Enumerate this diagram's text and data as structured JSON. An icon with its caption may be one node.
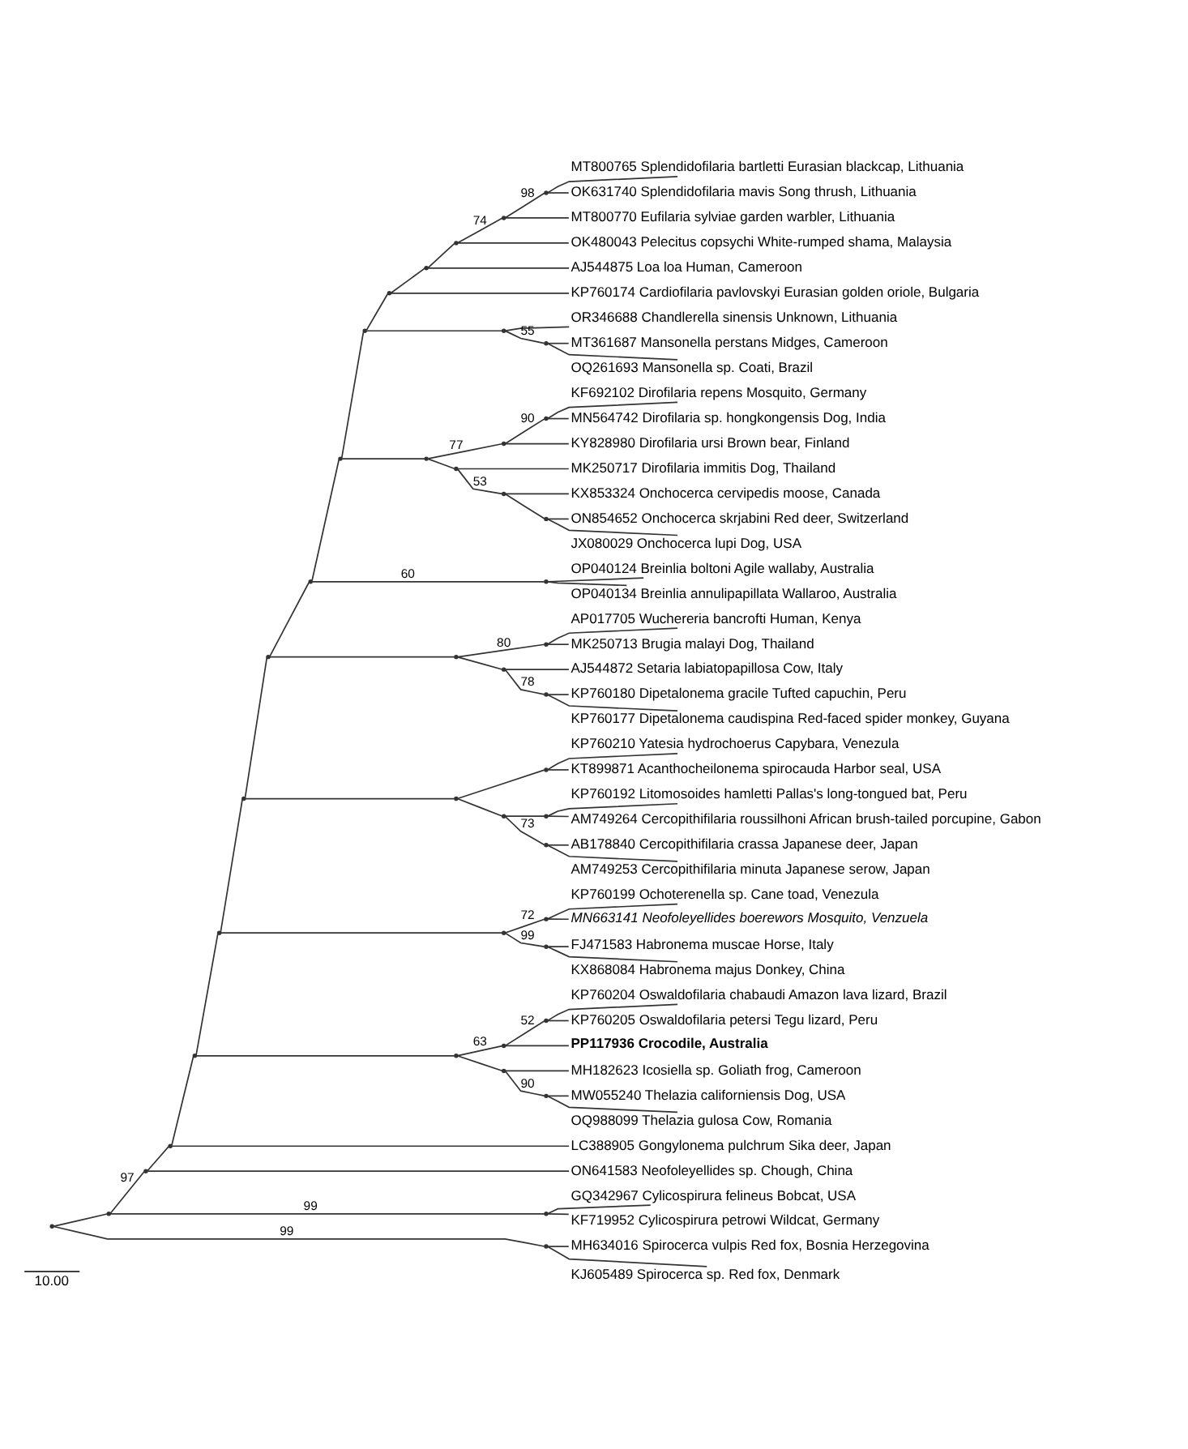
{
  "diagram": {
    "nodes": [
      {
        "text": [
          "MT800765 Splendidofilaria bartletti Eurasian blackcap, Lithuania"
        ]
      },
      {
        "text": [
          "OK631740 Splendidofilaria mavis Song thrush, Lithuania"
        ]
      },
      {
        "text": [
          "MT800770 Eufilaria sylviae garden warbler, Lithuania"
        ]
      },
      {
        "text": [
          "OK480043 Pelecitus copsychi White-rumped shama, Malaysia"
        ]
      },
      {
        "text": [
          "AJ544875 Loa loa Human, Cameroon"
        ]
      },
      {
        "text": [
          "KP760174 Cardiofilaria pavlovskyi Eurasian golden oriole, Bulgaria"
        ]
      },
      {
        "text": [
          "OR346688 Chandlerella sinensis Unknown, Lithuania"
        ]
      },
      {
        "text": [
          "MT361687 Mansonella perstans Midges, Cameroon"
        ]
      },
      {
        "text": [
          "OQ261693 Mansonella sp. Coati, Brazil"
        ]
      },
      {
        "text": [
          "KF692102 Dirofilaria repens Mosquito, Germany"
        ]
      },
      {
        "text": [
          "MN564742 Dirofilaria sp. hongkongensis Dog, India"
        ]
      },
      {
        "text": [
          "KY828980 Dirofilaria ursi Brown bear, Finland"
        ]
      },
      {
        "text": [
          "MK250717 Dirofilaria immitis Dog, Thailand"
        ]
      },
      {
        "text": [
          "KX853324 Onchocerca cervipedis moose, Canada"
        ]
      },
      {
        "text": [
          "ON854652 Onchocerca skrjabini Red deer, Switzerland"
        ]
      },
      {
        "text": [
          "JX080029 Onchocerca lupi Dog, USA"
        ]
      },
      {
        "text": [
          "OP040124 Breinlia boltoni Agile wallaby, Australia"
        ]
      },
      {
        "text": [
          "OP040134 Breinlia annulipapillata Wallaroo, Australia"
        ]
      },
      {
        "text": [
          "AP017705 Wuchereria bancrofti Human, Kenya"
        ]
      },
      {
        "text": [
          "MK250713 Brugia malayi Dog, Thailand"
        ]
      },
      {
        "text": [
          "AJ544872 Setaria labiatopapillosa Cow, Italy"
        ]
      },
      {
        "text": [
          "KP760180 Dipetalonema gracile Tufted capuchin, Peru"
        ]
      },
      {
        "text": [
          "KP760177 Dipetalonema caudispina Red-faced spider monkey, Guyana"
        ]
      },
      {
        "text": [
          "KP760210 Yatesia hydrochoerus Capybara, Venezula"
        ]
      },
      {
        "text": [
          "KT899871 Acanthocheilonema spirocauda Harbor seal, USA"
        ]
      },
      {
        "text": [
          "KP760192 Litomosoides hamletti Pallas's long-tongued bat, Peru"
        ]
      },
      {
        "text": [
          "AM749264 Cercopithifilaria roussilhoni African brush-tailed porcupine, Gabon"
        ]
      },
      {
        "text": [
          "AB178840 Cercopithifilaria crassa Japanese deer, Japan"
        ]
      },
      {
        "text": [
          "AM749253 Cercopithifilaria minuta Japanese serow, Japan"
        ]
      },
      {
        "text": [
          "KP760199 Ochoterenella sp. Cane toad, Venezula"
        ]
      },
      {
        "text": [
          "MN663141 Neofoleyellides boerewors Mosquito, Venzuela"
        ]
      },
      {
        "text": [
          "FJ471583 Habronema muscae Horse, Italy"
        ]
      },
      {
        "text": [
          "KX868084 Habronema majus Donkey, China"
        ]
      },
      {
        "text": [
          "KP760204 Oswaldofilaria chabaudi Amazon lava lizard, Brazil"
        ]
      },
      {
        "text": [
          "KP760205 Oswaldofilaria petersi Tegu lizard, Peru"
        ]
      },
      {
        "text": [
          "PP117936 Crocodile, Australia"
        ]
      },
      {
        "text": [
          "MH182623 Icosiella sp. Goliath frog, Cameroon"
        ]
      },
      {
        "text": [
          "MW055240 Thelazia californiensis Dog, USA"
        ]
      },
      {
        "text": [
          "OQ988099 Thelazia gulosa Cow, Romania"
        ]
      },
      {
        "text": [
          "LC388905 Gongylonema pulchrum Sika deer, Japan"
        ]
      },
      {
        "text": [
          "ON641583 Neofoleyellides sp. Chough, China"
        ]
      },
      {
        "text": [
          "GQ342967 Cylicospirura felineus Bobcat, USA"
        ]
      },
      {
        "text": [
          "KF719952 Cylicospirura petrowi Wildcat, Germany"
        ]
      },
      {
        "text": [
          "MH634016 Spirocerca vulpis Red fox, Bosnia Herzegovina"
        ]
      },
      {
        "text": [
          "KJ605489 Spirocerca sp. Red fox, Denmark"
        ]
      },
      {
        "text": [],
        "shape": "point"
      },
      {
        "text": [],
        "shape": "point"
      },
      {
        "text": [],
        "shape": "point"
      },
      {
        "text": [],
        "shape": "point"
      },
      {
        "text": [],
        "shape": "point"
      },
      {
        "text": [],
        "shape": "point"
      },
      {
        "text": [],
        "shape": "point"
      },
      {
        "text": [],
        "shape": "point"
      },
      {
        "text": [],
        "shape": "point"
      },
      {
        "text": [],
        "shape": "point"
      },
      {
        "text": [],
        "shape": "point"
      },
      {
        "text": [],
        "shape": "point"
      },
      {
        "text": [],
        "shape": "point"
      },
      {
        "text": [],
        "shape": "point"
      },
      {
        "text": [],
        "shape": "point"
      },
      {
        "text": [],
        "shape": "point"
      },
      {
        "text": [],
        "shape": "point"
      },
      {
        "text": [],
        "shape": "point"
      },
      {
        "text": [],
        "shape": "point"
      },
      {
        "text": [],
        "shape": "point"
      },
      {
        "text": [],
        "shape": "point"
      },
      {
        "text": [],
        "shape": "point"
      },
      {
        "text": [],
        "shape": "point"
      },
      {
        "text": [],
        "shape": "point"
      },
      {
        "text": [],
        "shape": "point"
      },
      {
        "text": [],
        "shape": "point"
      },
      {
        "text": [],
        "shape": "point"
      },
      {
        "text": [],
        "shape": "point"
      },
      {
        "text": [],
        "shape": "point"
      },
      {
        "text": [],
        "shape": "point"
      },
      {
        "text": [],
        "shape": "point"
      },
      {
        "text": [],
        "shape": "point"
      },
      {
        "text": [],
        "shape": "point"
      },
      {
        "text": [],
        "shape": "point"
      },
      {
        "text": [],
        "shape": "point"
      },
      {
        "text": [],
        "shape": "point"
      },
      {
        "text": [],
        "shape": "point"
      },
      {
        "text": [],
        "shape": "point"
      },
      {
        "text": [],
        "shape": "point"
      },
      {
        "text": [],
        "shape": "point"
      },
      {
        "text": [],
        "shape": "point"
      },
      {
        "text": [],
        "shape": "point"
      },
      {
        "text": [],
        "shape": "point"
      },
      {
        "text": [],
        "shape": "point"
      }
    ],
    "edges": [
      {
        "from": 45,
        "to": 0,
        "arrow": "none"
      },
      {
        "from": 45,
        "to": 1,
        "arrow": "none"
      },
      {
        "from": 46,
        "to": 45,
        "arrow": "none",
        "label": "98"
      },
      {
        "from": 46,
        "to": 2,
        "arrow": "none"
      },
      {
        "from": 47,
        "to": 46,
        "arrow": "none",
        "label": "74"
      },
      {
        "from": 47,
        "to": 3,
        "arrow": "none"
      },
      {
        "from": 48,
        "to": 47,
        "arrow": "none"
      },
      {
        "from": 48,
        "to": 4,
        "arrow": "none"
      },
      {
        "from": 49,
        "to": 48,
        "arrow": "none"
      },
      {
        "from": 49,
        "to": 5,
        "arrow": "none"
      },
      {
        "from": 50,
        "to": 7,
        "arrow": "none"
      },
      {
        "from": 50,
        "to": 8,
        "arrow": "none"
      },
      {
        "from": 51,
        "to": 6,
        "arrow": "none"
      },
      {
        "from": 51,
        "to": 50,
        "arrow": "none",
        "label": "55"
      },
      {
        "from": 52,
        "to": 49,
        "arrow": "none"
      },
      {
        "from": 52,
        "to": 51,
        "arrow": "none"
      },
      {
        "from": 53,
        "to": 9,
        "arrow": "none"
      },
      {
        "from": 53,
        "to": 10,
        "arrow": "none"
      },
      {
        "from": 54,
        "to": 53,
        "arrow": "none",
        "label": "90"
      },
      {
        "from": 54,
        "to": 11,
        "arrow": "none"
      },
      {
        "from": 55,
        "to": 14,
        "arrow": "none"
      },
      {
        "from": 55,
        "to": 15,
        "arrow": "none"
      },
      {
        "from": 56,
        "to": 13,
        "arrow": "none"
      },
      {
        "from": 56,
        "to": 55,
        "arrow": "none"
      },
      {
        "from": 57,
        "to": 12,
        "arrow": "none"
      },
      {
        "from": 57,
        "to": 56,
        "arrow": "none",
        "label": "53"
      },
      {
        "from": 58,
        "to": 54,
        "arrow": "none",
        "label": "77"
      },
      {
        "from": 58,
        "to": 57,
        "arrow": "none"
      },
      {
        "from": 59,
        "to": 52,
        "arrow": "none"
      },
      {
        "from": 59,
        "to": 58,
        "arrow": "none"
      },
      {
        "from": 60,
        "to": 16,
        "arrow": "none"
      },
      {
        "from": 60,
        "to": 17,
        "arrow": "none"
      },
      {
        "from": 61,
        "to": 59,
        "arrow": "none"
      },
      {
        "from": 61,
        "to": 60,
        "arrow": "none",
        "label": "60"
      },
      {
        "from": 62,
        "to": 18,
        "arrow": "none"
      },
      {
        "from": 62,
        "to": 19,
        "arrow": "none"
      },
      {
        "from": 63,
        "to": 21,
        "arrow": "none"
      },
      {
        "from": 63,
        "to": 22,
        "arrow": "none"
      },
      {
        "from": 64,
        "to": 20,
        "arrow": "none"
      },
      {
        "from": 64,
        "to": 63,
        "arrow": "none",
        "label": "78"
      },
      {
        "from": 65,
        "to": 62,
        "arrow": "none",
        "label": "80"
      },
      {
        "from": 65,
        "to": 64,
        "arrow": "none"
      },
      {
        "from": 66,
        "to": 61,
        "arrow": "none"
      },
      {
        "from": 66,
        "to": 65,
        "arrow": "none"
      },
      {
        "from": 67,
        "to": 23,
        "arrow": "none"
      },
      {
        "from": 67,
        "to": 24,
        "arrow": "none"
      },
      {
        "from": 68,
        "to": 25,
        "arrow": "none"
      },
      {
        "from": 68,
        "to": 26,
        "arrow": "none"
      },
      {
        "from": 69,
        "to": 27,
        "arrow": "none"
      },
      {
        "from": 69,
        "to": 28,
        "arrow": "none"
      },
      {
        "from": 70,
        "to": 68,
        "arrow": "none"
      },
      {
        "from": 70,
        "to": 69,
        "arrow": "none",
        "label": "73"
      },
      {
        "from": 71,
        "to": 67,
        "arrow": "none"
      },
      {
        "from": 71,
        "to": 70,
        "arrow": "none"
      },
      {
        "from": 72,
        "to": 66,
        "arrow": "none"
      },
      {
        "from": 72,
        "to": 71,
        "arrow": "none"
      },
      {
        "from": 73,
        "to": 29,
        "arrow": "none"
      },
      {
        "from": 73,
        "to": 30,
        "arrow": "none"
      },
      {
        "from": 74,
        "to": 31,
        "arrow": "none"
      },
      {
        "from": 74,
        "to": 32,
        "arrow": "none"
      },
      {
        "from": 75,
        "to": 73,
        "arrow": "none",
        "label": "72"
      },
      {
        "from": 75,
        "to": 74,
        "arrow": "none",
        "label": "99"
      },
      {
        "from": 76,
        "to": 72,
        "arrow": "none"
      },
      {
        "from": 76,
        "to": 75,
        "arrow": "none"
      },
      {
        "from": 77,
        "to": 33,
        "arrow": "none"
      },
      {
        "from": 77,
        "to": 34,
        "arrow": "none"
      },
      {
        "from": 78,
        "to": 77,
        "arrow": "none",
        "label": "52"
      },
      {
        "from": 78,
        "to": 35,
        "arrow": "none"
      },
      {
        "from": 79,
        "to": 37,
        "arrow": "none"
      },
      {
        "from": 79,
        "to": 38,
        "arrow": "none"
      },
      {
        "from": 80,
        "to": 36,
        "arrow": "none"
      },
      {
        "from": 80,
        "to": 79,
        "arrow": "none",
        "label": "90"
      },
      {
        "from": 81,
        "to": 78,
        "arrow": "none",
        "label": "63"
      },
      {
        "from": 81,
        "to": 80,
        "arrow": "none"
      },
      {
        "from": 82,
        "to": 76,
        "arrow": "none"
      },
      {
        "from": 82,
        "to": 81,
        "arrow": "none"
      },
      {
        "from": 83,
        "to": 82,
        "arrow": "none"
      },
      {
        "from": 83,
        "to": 39,
        "arrow": "none"
      },
      {
        "from": 84,
        "to": 83,
        "arrow": "none"
      },
      {
        "from": 84,
        "to": 40,
        "arrow": "none"
      },
      {
        "from": 85,
        "to": 41,
        "arrow": "none"
      },
      {
        "from": 85,
        "to": 42,
        "arrow": "none"
      },
      {
        "from": 86,
        "to": 84,
        "arrow": "none",
        "label": "97"
      },
      {
        "from": 86,
        "to": 85,
        "arrow": "none",
        "label": "99"
      },
      {
        "from": 87,
        "to": 43,
        "arrow": "none"
      },
      {
        "from": 87,
        "to": 44,
        "arrow": "none"
      },
      {
        "from": 88,
        "to": 86,
        "arrow": "none"
      },
      {
        "from": 88,
        "to": 87,
        "arrow": "none",
        "label": "99"
      }
    ],
    "labels": [
      "10.00"
    ]
  }
}
